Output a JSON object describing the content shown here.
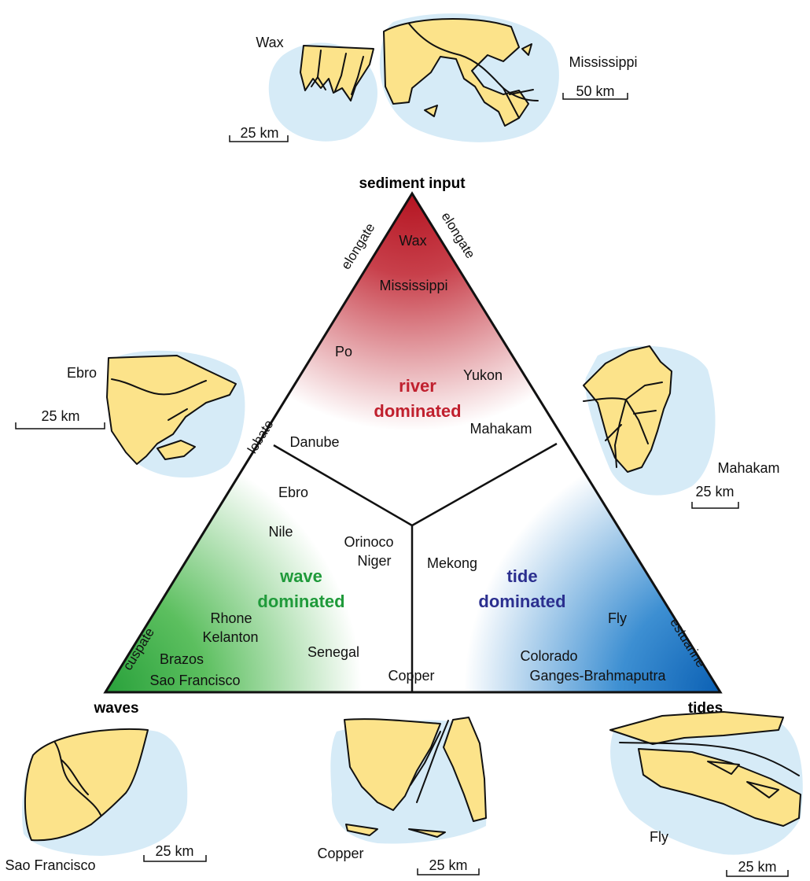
{
  "corners": {
    "top": "sediment input",
    "left": "waves",
    "right": "tides"
  },
  "edge_labels": {
    "left_upper": "elongate",
    "right_upper": "elongate",
    "left_middle": "lobate",
    "left_lower": "cuspate",
    "right_lower": "estuarine"
  },
  "zones": {
    "river": {
      "line1": "river",
      "line2": "dominated",
      "color": "#c0202e"
    },
    "wave": {
      "line1": "wave",
      "line2": "dominated",
      "color": "#1f9a3a"
    },
    "tide": {
      "line1": "tide",
      "line2": "dominated",
      "color": "#2b2f8f"
    }
  },
  "deltas": {
    "wax": "Wax",
    "mississippi": "Mississippi",
    "po": "Po",
    "yukon": "Yukon",
    "mahakam": "Mahakam",
    "danube": "Danube",
    "ebro": "Ebro",
    "nile": "Nile",
    "orinoco": "Orinoco",
    "niger": "Niger",
    "rhone": "Rhone",
    "kelanton": "Kelanton",
    "brazos": "Brazos",
    "sao_francisco": "Sao Francisco",
    "senegal": "Senegal",
    "copper": "Copper",
    "mekong": "Mekong",
    "fly": "Fly",
    "colorado": "Colorado",
    "ganges": "Ganges-Brahmaputra"
  },
  "maps": {
    "wax": {
      "name": "Wax",
      "scale": "25 km"
    },
    "mississippi": {
      "name": "Mississippi",
      "scale": "50 km"
    },
    "ebro": {
      "name": "Ebro",
      "scale": "25 km"
    },
    "mahakam": {
      "name": "Mahakam",
      "scale": "25 km"
    },
    "sao_francisco": {
      "name": "Sao Francisco",
      "scale": "25 km"
    },
    "copper": {
      "name": "Copper",
      "scale": "25 km"
    },
    "fly": {
      "name": "Fly",
      "scale": "25 km"
    }
  },
  "colors": {
    "river_corner": "#b3121f",
    "wave_corner": "#2e9e3a",
    "tide_corner": "#0a63b6",
    "land": "#fce38a",
    "sea": "#d6ebf7"
  }
}
